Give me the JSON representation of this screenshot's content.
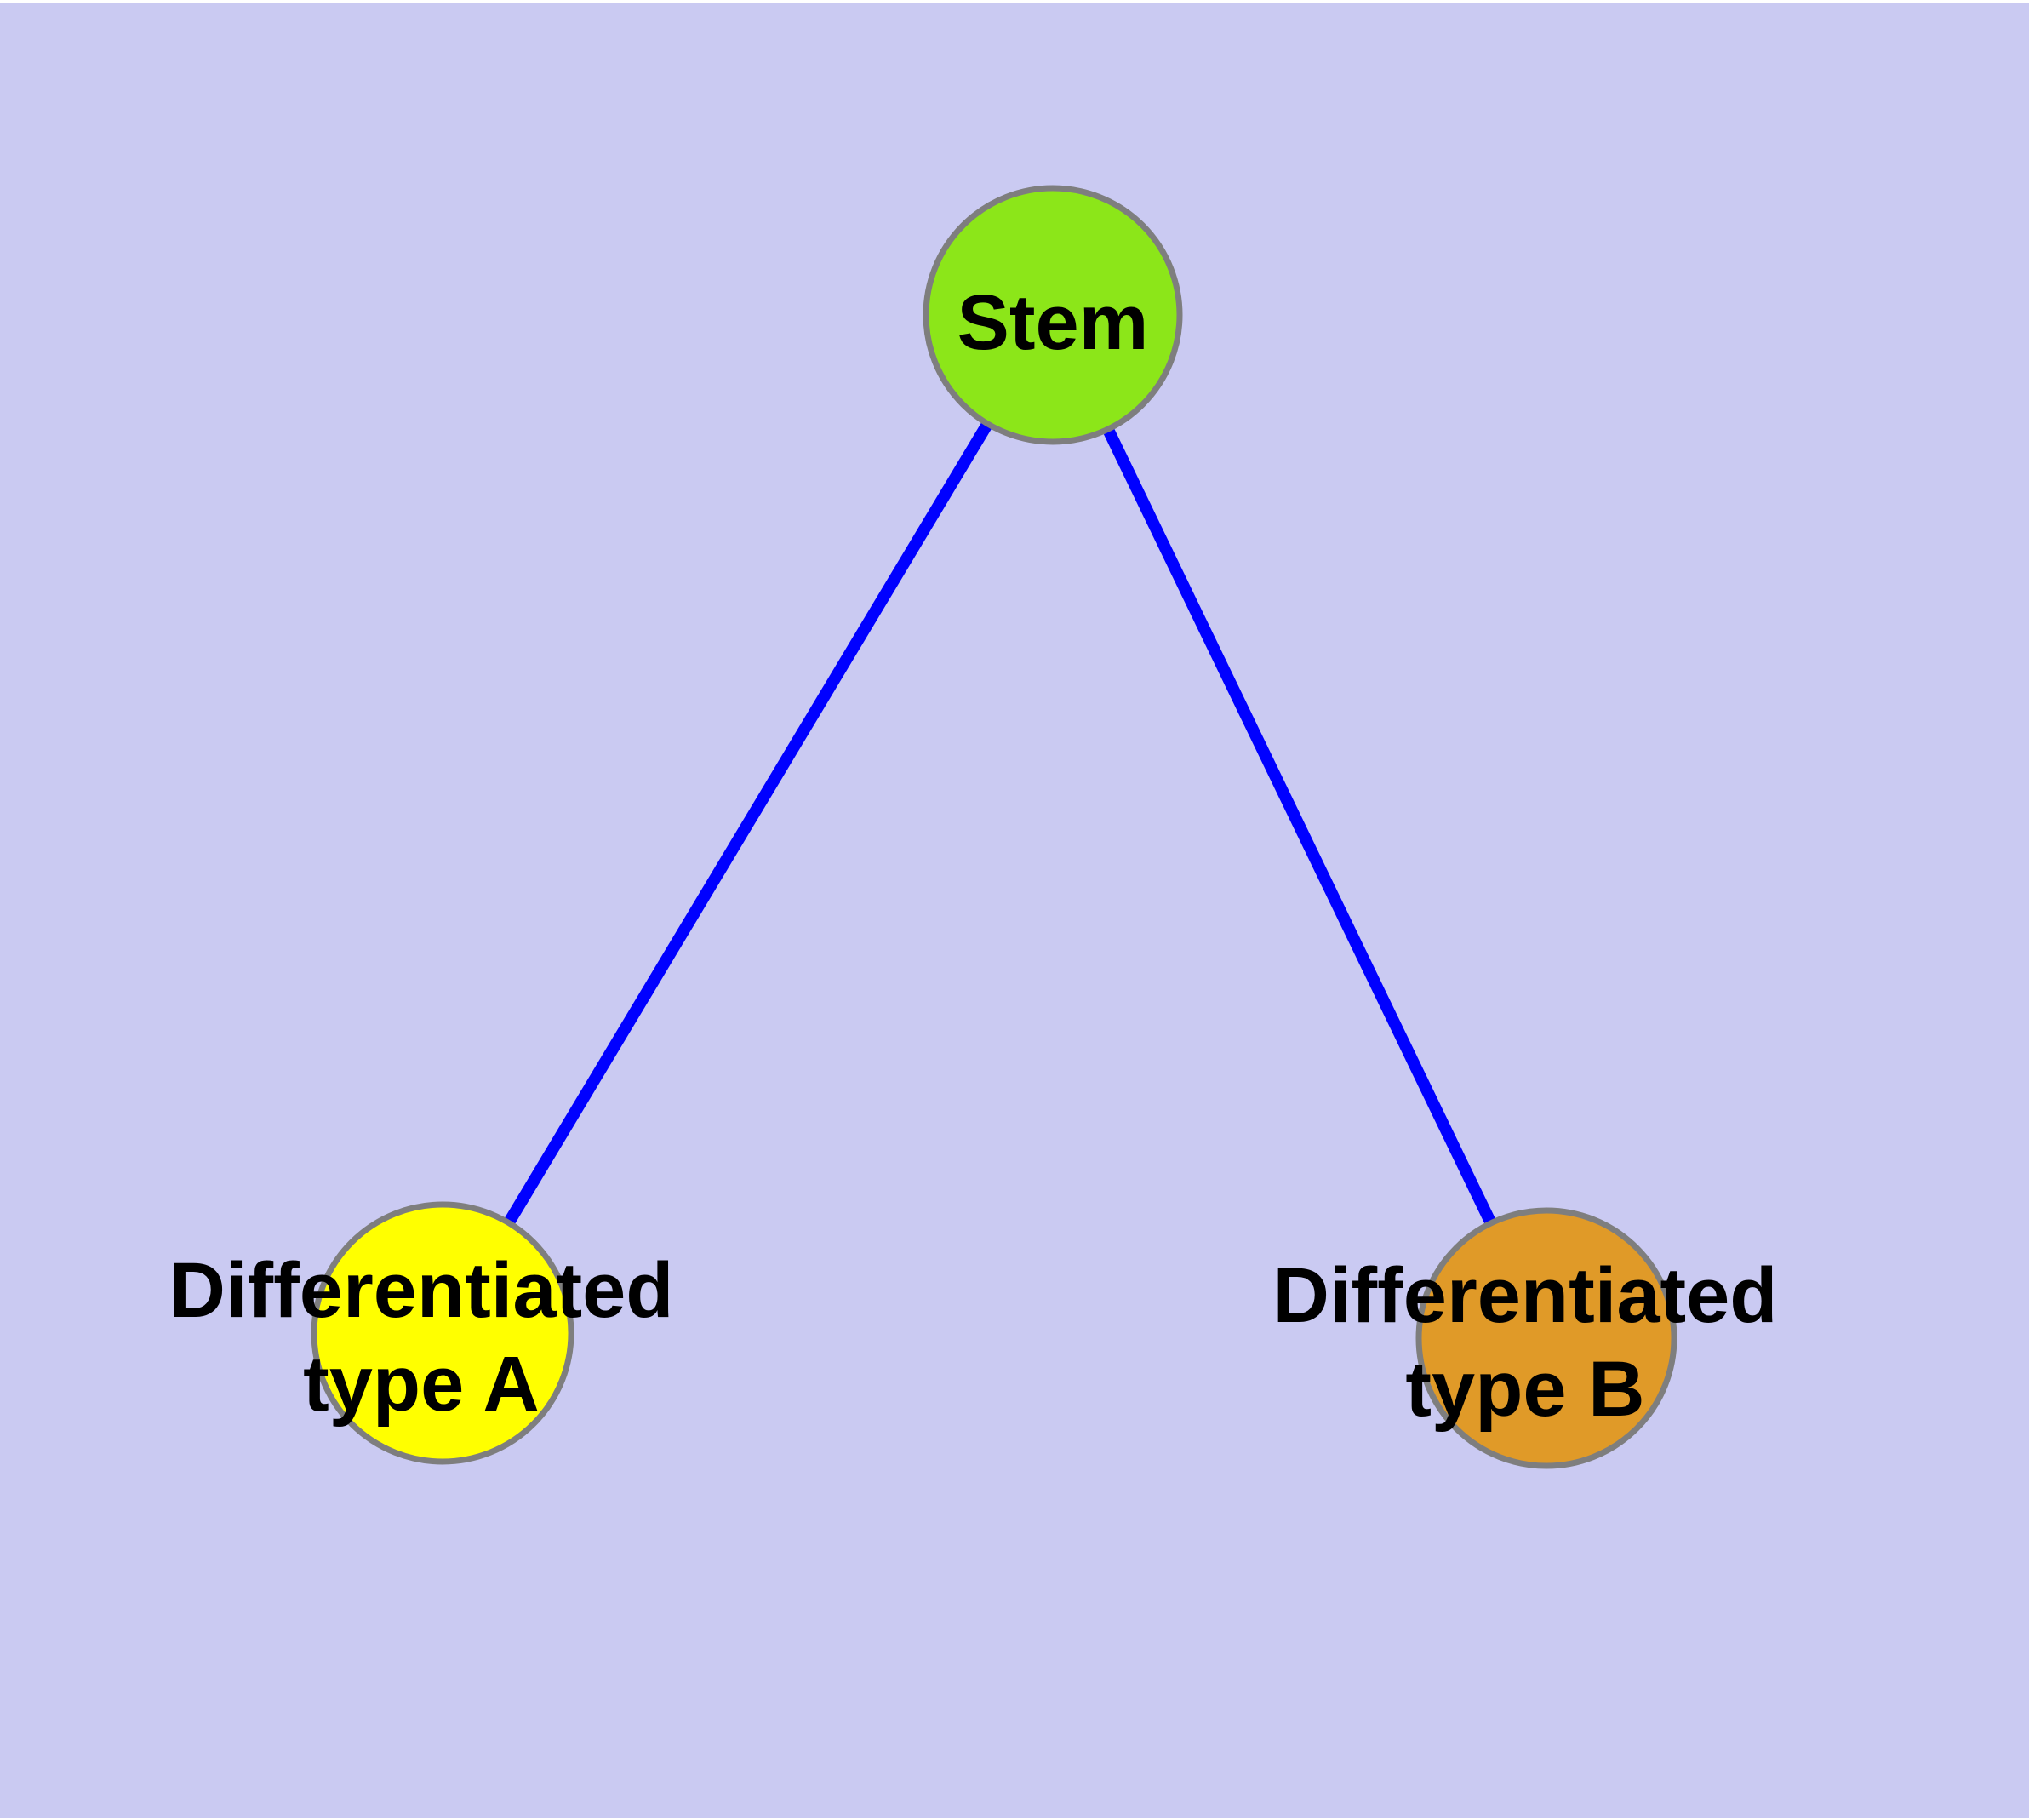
{
  "figure": {
    "kind": "node-link-diagram",
    "background_color": "#CACAF2",
    "page_border_color": "#FFFFFF",
    "edge_color": "#0000FF",
    "node_border_color": "#7E7E7E",
    "label_color": "#000000"
  },
  "nodes": {
    "stem": {
      "label": "Stem",
      "fill_color": "#8CE619"
    },
    "type_a": {
      "label": "Differentiated type A",
      "label_line1": "Differentiated",
      "label_line2": "type A",
      "fill_color": "#FFFF00"
    },
    "type_b": {
      "label": "Differentiated type B",
      "label_line1": "Differentiated",
      "label_line2": "type B",
      "fill_color": "#E09A28"
    }
  },
  "edges": [
    {
      "from": "Stem",
      "to": "Differentiated type A"
    },
    {
      "from": "Stem",
      "to": "Differentiated type B"
    }
  ]
}
